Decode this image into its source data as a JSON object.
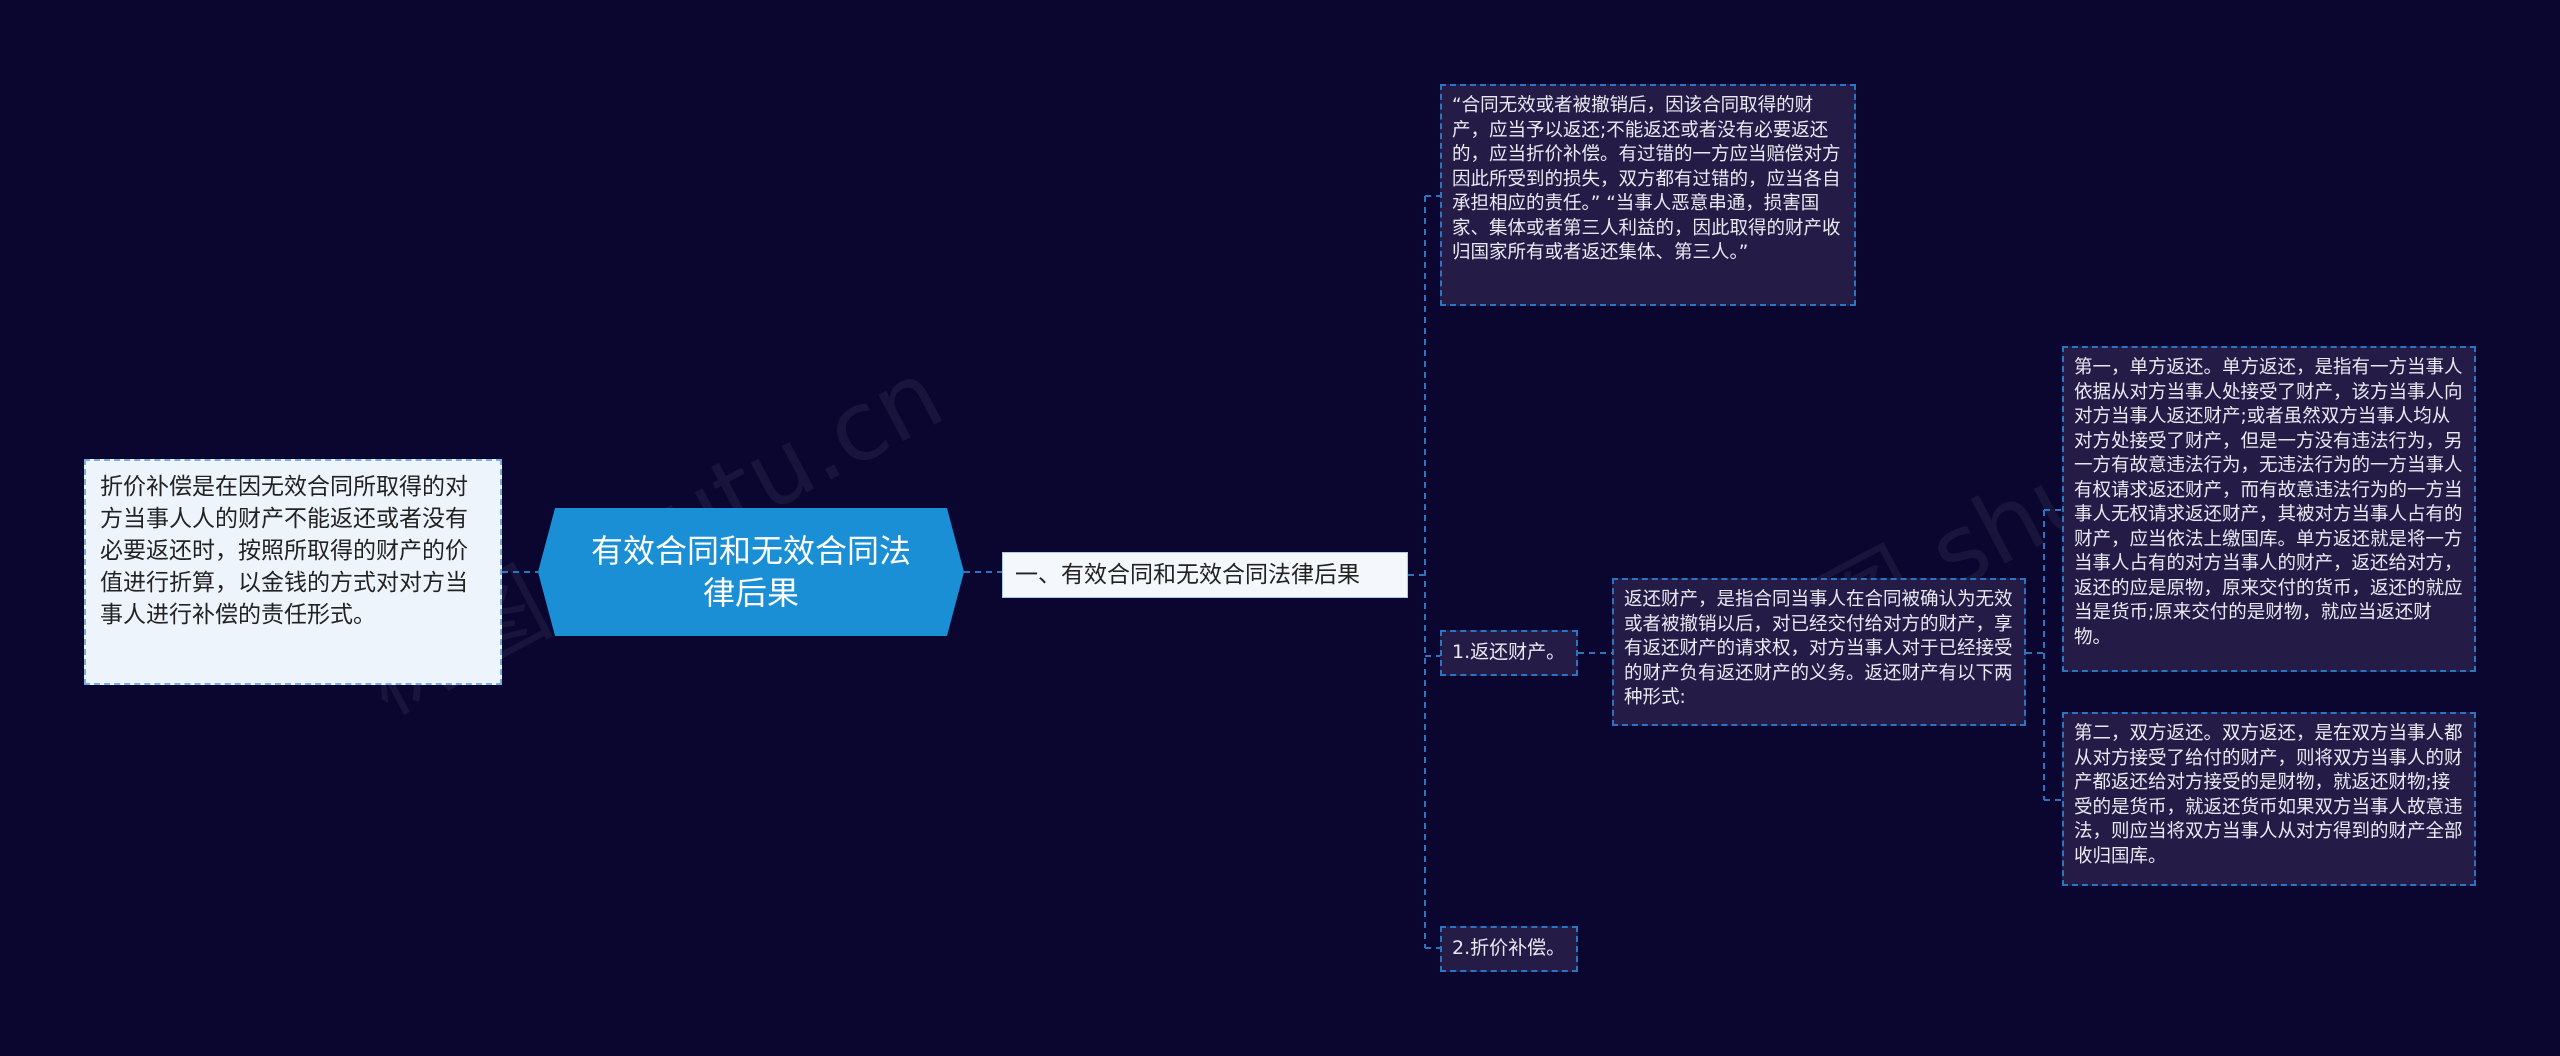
{
  "watermark": [
    "树图 shutu.cn",
    "树图 shutu.cn"
  ],
  "mindmap": {
    "root": "有效合同和无效合同法律后果",
    "left_note": "折价补偿是在因无效合同所取得的对方当事人人的财产不能返还或者没有必要返还时，按照所取得的财产的价值进行折算，以金钱的方式对对方当事人进行补偿的责任形式。",
    "level1": "一、有效合同和无效合同法律后果",
    "quote": "“合同无效或者被撤销后，因该合同取得的财产，应当予以返还;不能返还或者没有必要返还的，应当折价补偿。有过错的一方应当赔偿对方因此所受到的损失，双方都有过错的，应当各自承担相应的责任。” “当事人恶意串通，损害国家、集体或者第三人利益的，因此取得的财产收归国家所有或者返还集体、第三人。”",
    "item1": {
      "label": "1.返还财产。",
      "desc": "返还财产，是指合同当事人在合同被确认为无效或者被撤销以后，对已经交付给对方的财产，享有返还财产的请求权，对方当事人对于已经接受的财产负有返还财产的义务。返还财产有以下两种形式:",
      "forms": [
        "第一，单方返还。单方返还，是指有一方当事人依据从对方当事人处接受了财产，该方当事人向对方当事人返还财产;或者虽然双方当事人均从对方处接受了财产，但是一方没有违法行为，另一方有故意违法行为，无违法行为的一方当事人有权请求返还财产，而有故意违法行为的一方当事人无权请求返还财产，其被对方当事人占有的财产，应当依法上缴国库。单方返还就是将一方当事人占有的对方当事人的财产，返还给对方，返还的应是原物，原来交付的货币，返还的就应当是货币;原来交付的是财物，就应当返还财物。",
        "第二，双方返还。双方返还，是在双方当事人都从对方接受了给付的财产，则将双方当事人的财产都返还给对方接受的是财物，就返还财物;接受的是货币，就返还货币如果双方当事人故意违法，则应当将双方当事人从对方得到的财产全部收归国库。"
      ]
    },
    "item2": {
      "label": "2.折价补偿。"
    }
  },
  "colors": {
    "background": "#0b0630",
    "root": "#1b8fd6",
    "card": "#241c46",
    "line": "#2b74c2"
  }
}
